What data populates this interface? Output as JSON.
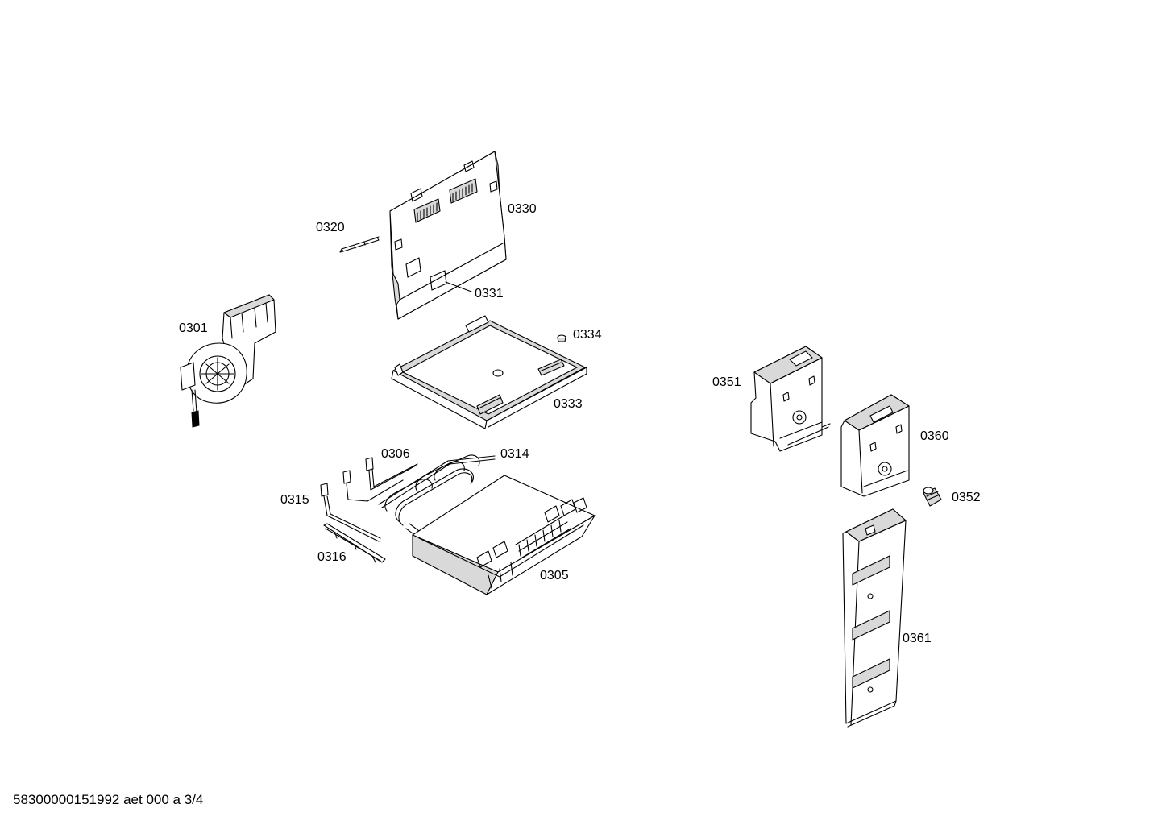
{
  "document_id": "58300000151992 aet 000 a 3/4",
  "labels": {
    "p0301": "0301",
    "p0305": "0305",
    "p0306": "0306",
    "p0314": "0314",
    "p0315": "0315",
    "p0316": "0316",
    "p0320": "0320",
    "p0330": "0330",
    "p0331": "0331",
    "p0333": "0333",
    "p0334": "0334",
    "p0351": "0351",
    "p0352": "0352",
    "p0360": "0360",
    "p0361": "0361"
  },
  "colors": {
    "line": "#000000",
    "fill": "#ffffff",
    "shade": "#d9d9d9"
  }
}
